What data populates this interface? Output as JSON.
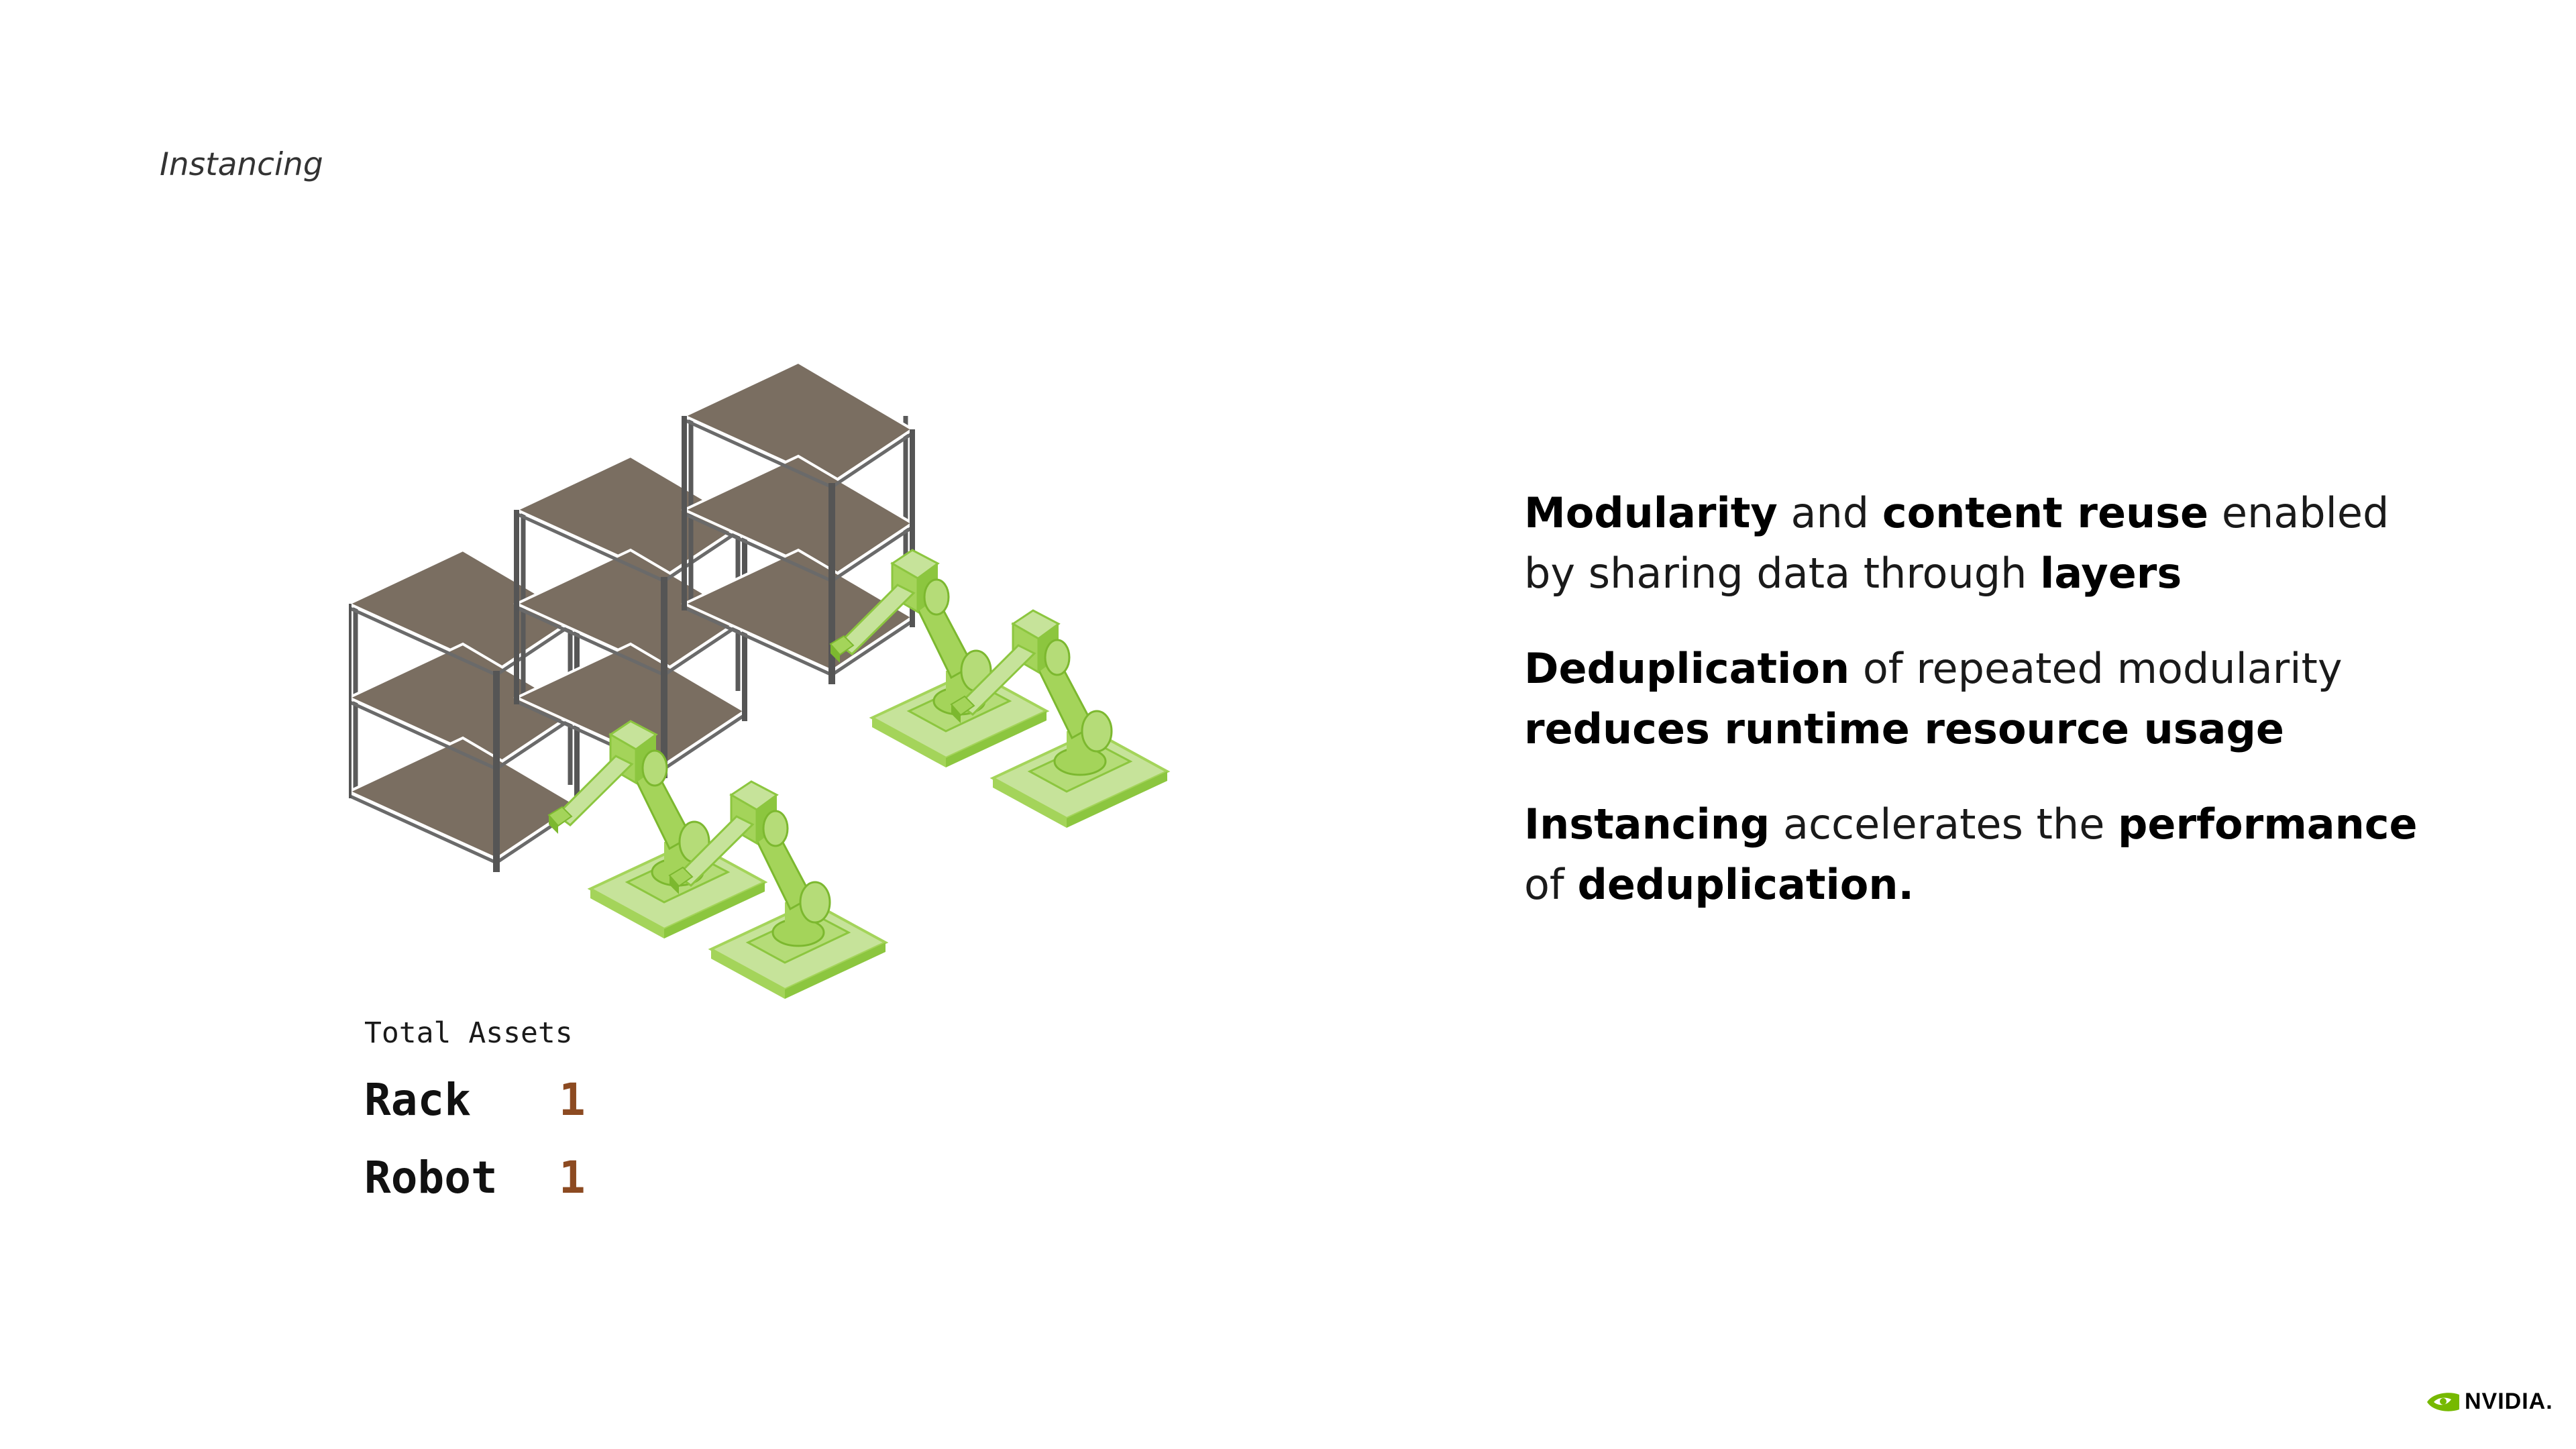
{
  "section_label": "Instancing",
  "assets": {
    "title": "Total Assets",
    "items": [
      {
        "name": "Rack",
        "count": "1"
      },
      {
        "name": "Robot",
        "count": "1"
      }
    ]
  },
  "statements": [
    [
      {
        "text": "Modularity",
        "bold": true
      },
      {
        "text": " and ",
        "bold": false
      },
      {
        "text": "content reuse",
        "bold": true
      },
      {
        "text": " enabled by sharing data through ",
        "bold": false
      },
      {
        "text": "layers",
        "bold": true
      }
    ],
    [
      {
        "text": "Deduplication",
        "bold": true
      },
      {
        "text": " of repeated modularity ",
        "bold": false
      },
      {
        "text": "reduces runtime resource usage",
        "bold": true
      }
    ],
    [
      {
        "text": "Instancing",
        "bold": true
      },
      {
        "text": " accelerates the ",
        "bold": false
      },
      {
        "text": "performance",
        "bold": true
      },
      {
        "text": " of ",
        "bold": false
      },
      {
        "text": "deduplication.",
        "bold": true
      }
    ]
  ],
  "illustration": {
    "rack_count": 3,
    "robot_count": 4,
    "rack_shelf_color": "#7a6e61",
    "rack_frame_color": "#555555",
    "robot_fill_light": "#c6e39a",
    "robot_fill_mid": "#a4d45a",
    "robot_fill_dark": "#7cb82f"
  },
  "logo": {
    "text": "NVIDIA.",
    "color": "#76b900"
  },
  "colors": {
    "asset_count": "#8c4a21"
  }
}
